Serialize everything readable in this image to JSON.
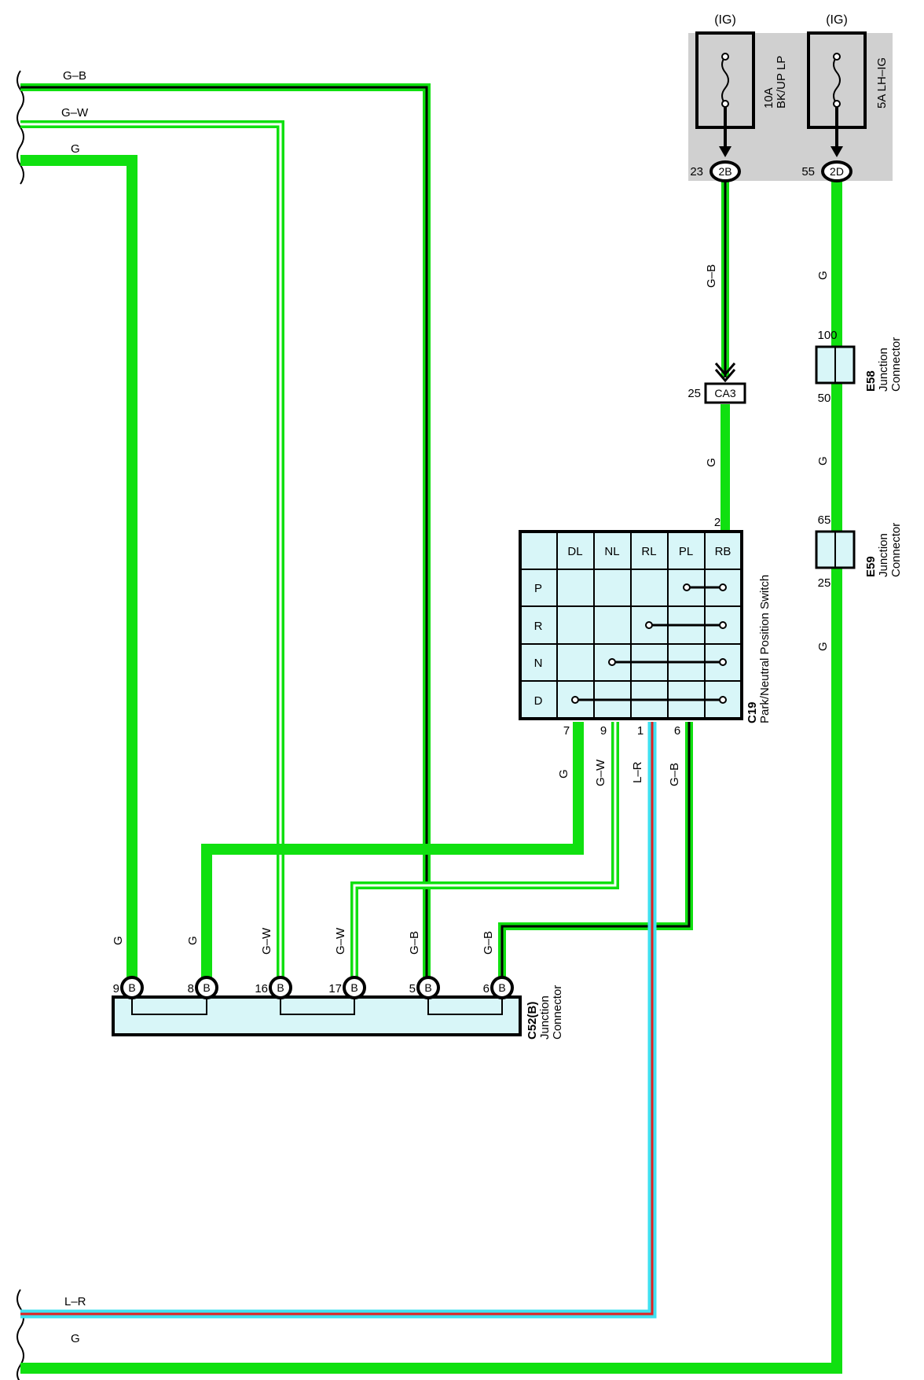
{
  "colors": {
    "wire_green": "#10e010",
    "wire_black": "#000000",
    "wire_blue": "#40e0f0",
    "wire_red": "#e02020",
    "box_fill": "#d8f6f8",
    "shade": "#d0d0d0"
  },
  "top_wires": {
    "gb": "G–B",
    "gw": "G–W",
    "g": "G"
  },
  "bottom_wires": {
    "lr": "L–R",
    "g": "G"
  },
  "fuses": [
    {
      "ig": "(IG)",
      "amp": "10A",
      "name": "BK/UP LP",
      "pin": "23",
      "conn": "2B"
    },
    {
      "ig": "(IG)",
      "amp": "5A LH–IG",
      "name": "",
      "pin": "55",
      "conn": "2D"
    }
  ],
  "ca3": {
    "pin": "25",
    "name": "CA3"
  },
  "wire_labels": {
    "gb_upper": "G–B",
    "g_ca3": "G",
    "g_right_1": "G",
    "g_right_2": "G",
    "g_right_3": "G",
    "sw_g": "G",
    "sw_gw": "G–W",
    "sw_lr": "L–R",
    "sw_gb": "G–B",
    "jc_g1": "G",
    "jc_g2": "G",
    "jc_gw1": "G–W",
    "jc_gw2": "G–W",
    "jc_gb1": "G–B",
    "jc_gb2": "G–B"
  },
  "e58": {
    "id": "E58",
    "line1": "Junction",
    "line2": "Connector",
    "pin_top": "100",
    "pin_bottom": "50"
  },
  "e59": {
    "id": "E59",
    "line1": "Junction",
    "line2": "Connector",
    "pin_top": "65",
    "pin_bottom": "25"
  },
  "switch": {
    "id": "C19",
    "name": "Park/Neutral Position Switch",
    "top_pin": "2",
    "columns": [
      "DL",
      "NL",
      "RL",
      "PL",
      "RB"
    ],
    "rows": [
      "P",
      "R",
      "N",
      "D"
    ],
    "bottom_pins": [
      "7",
      "9",
      "1",
      "6"
    ]
  },
  "junction": {
    "id": "C52(B)",
    "line1": "Junction",
    "line2": "Connector",
    "conn_letter": "B",
    "pins": [
      "9",
      "8",
      "16",
      "17",
      "5",
      "6"
    ]
  }
}
